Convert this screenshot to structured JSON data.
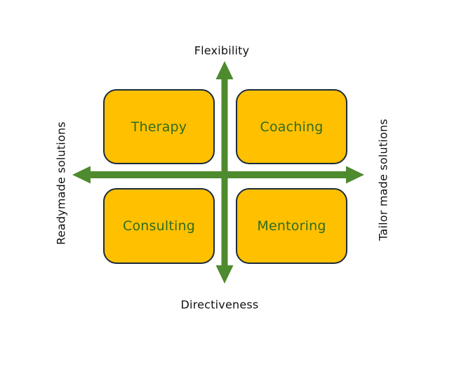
{
  "diagram": {
    "axes": {
      "top_label": "Flexibility",
      "bottom_label": "Directiveness",
      "left_label": "Readymade solutions",
      "right_label": "Tailor made solutions"
    },
    "quadrants": {
      "top_left": "Therapy",
      "top_right": "Coaching",
      "bottom_left": "Consulting",
      "bottom_right": "Mentoring"
    },
    "colors": {
      "box_fill": "#FFC000",
      "box_border": "#1C2B3C",
      "arrow_green": "#4E8A2E",
      "label_green": "#2F6C20",
      "axis_text": "#111111",
      "background": "#FFFFFF"
    }
  }
}
